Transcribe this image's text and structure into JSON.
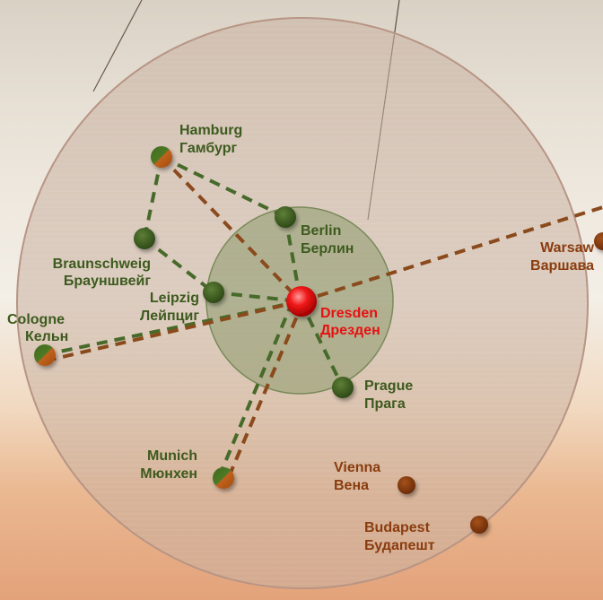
{
  "colors": {
    "green": "#3d5a1e",
    "orange": "#8a3c0e",
    "dresden": "#e51212",
    "outer_circle": "#cdb5a6",
    "inner_circle": "#8d9a6c",
    "green_line": "#476a2a",
    "orange_line": "#8a4a1c"
  },
  "legend_note": "",
  "center": {
    "latin": "Dresden",
    "cyrillic": "Дрезден"
  },
  "cities": [
    {
      "id": "berlin",
      "latin": "Berlin",
      "cyrillic": "Берлин",
      "group": "inner"
    },
    {
      "id": "leipzig",
      "latin": "Leipzig",
      "cyrillic": "Лейпциг",
      "group": "inner"
    },
    {
      "id": "prague",
      "latin": "Prague",
      "cyrillic": "Прага",
      "group": "inner"
    },
    {
      "id": "hamburg",
      "latin": "Hamburg",
      "cyrillic": "Гамбург",
      "group": "outer-mixed"
    },
    {
      "id": "braunschweig",
      "latin": "Braunschweig",
      "cyrillic": "Брауншвейг",
      "group": "outer-green"
    },
    {
      "id": "cologne",
      "latin": "Cologne",
      "cyrillic": "Кельн",
      "group": "outer-mixed"
    },
    {
      "id": "munich",
      "latin": "Munich",
      "cyrillic": "Мюнхен",
      "group": "outer-mixed"
    },
    {
      "id": "warsaw",
      "latin": "Warsaw",
      "cyrillic": "Варшава",
      "group": "outer-orange"
    },
    {
      "id": "vienna",
      "latin": "Vienna",
      "cyrillic": "Вена",
      "group": "outer-orange"
    },
    {
      "id": "budapest",
      "latin": "Budapest",
      "cyrillic": "Будапешт",
      "group": "outer-orange"
    }
  ]
}
